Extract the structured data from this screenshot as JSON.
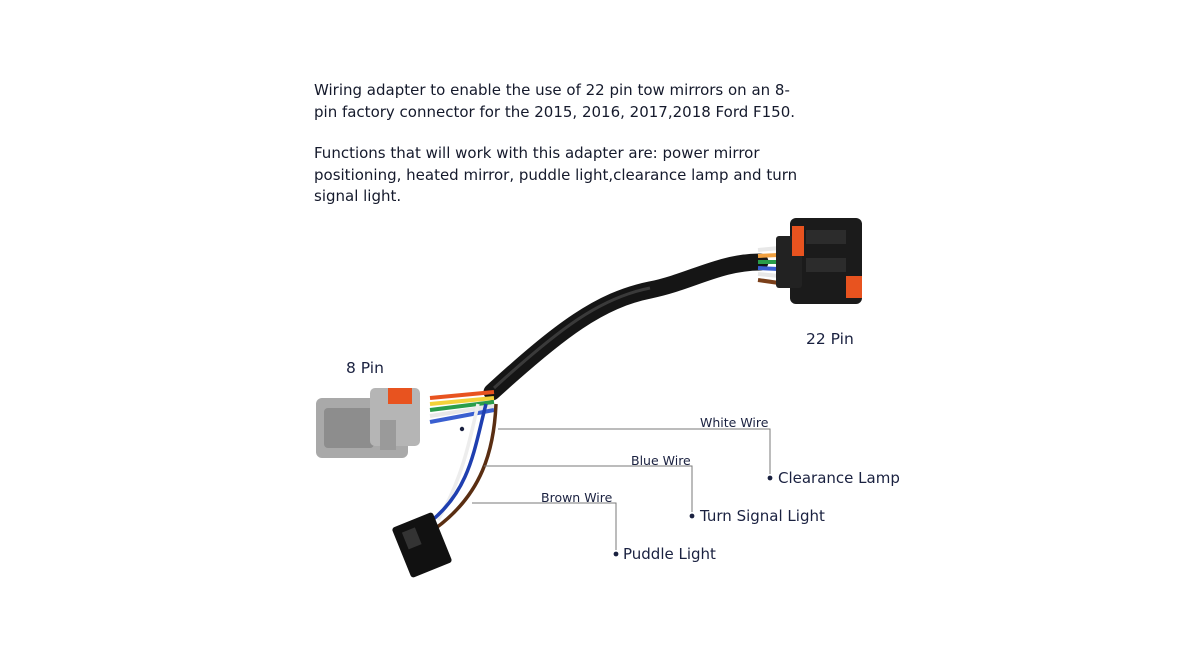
{
  "description": {
    "line1": "Wiring adapter to enable the use of 22 pin tow mirrors on an 8-pin factory connector for the 2015, 2016, 2017,2018 Ford F150.",
    "line2": "Functions that will work with this adapter are: power mirror positioning, heated mirror, puddle light,clearance lamp and turn signal light."
  },
  "connectors": {
    "left_label": "8 Pin",
    "right_label": "22 Pin"
  },
  "wires": {
    "white": "White Wire",
    "blue": "Blue Wire",
    "brown": "Brown Wire"
  },
  "functions": {
    "clearance": "Clearance Lamp",
    "turn": "Turn Signal Light",
    "puddle": "Puddle Light"
  },
  "colors": {
    "cable": "#151515",
    "connector_grey": "#a9a9a9",
    "accent_orange": "#e8531f",
    "text": "#1a2140",
    "wire_white": "#f2f2f2",
    "wire_blue": "#1f3fb0",
    "wire_brown": "#5a2e12"
  }
}
